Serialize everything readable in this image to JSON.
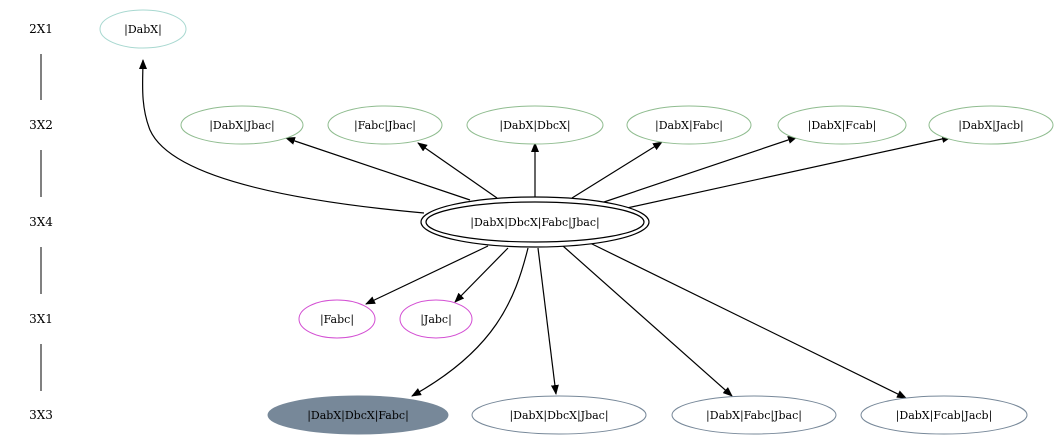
{
  "ranks": [
    "2X1",
    "3X2",
    "3X4",
    "3X1",
    "3X3"
  ],
  "nodes": [
    {
      "id": "n_dabx",
      "label": "|DabX|",
      "rank": 0,
      "style": "teal"
    },
    {
      "id": "n_dabx_jbac",
      "label": "|DabX|Jbac|",
      "rank": 1,
      "style": "green"
    },
    {
      "id": "n_fabc_jbac",
      "label": "|Fabc|Jbac|",
      "rank": 1,
      "style": "green"
    },
    {
      "id": "n_dabx_dbcx",
      "label": "|DabX|DbcX|",
      "rank": 1,
      "style": "green"
    },
    {
      "id": "n_dabx_fabc",
      "label": "|DabX|Fabc|",
      "rank": 1,
      "style": "green"
    },
    {
      "id": "n_dabx_fcab",
      "label": "|DabX|Fcab|",
      "rank": 1,
      "style": "green"
    },
    {
      "id": "n_dabx_jacb",
      "label": "|DabX|Jacb|",
      "rank": 1,
      "style": "green"
    },
    {
      "id": "n_center",
      "label": "|DabX|DbcX|Fabc|Jbac|",
      "rank": 2,
      "style": "double"
    },
    {
      "id": "n_fabc",
      "label": "|Fabc|",
      "rank": 3,
      "style": "magenta"
    },
    {
      "id": "n_jabc",
      "label": "|Jabc|",
      "rank": 3,
      "style": "magenta"
    },
    {
      "id": "n_dabx_dbcx_fabc",
      "label": "|DabX|DbcX|Fabc|",
      "rank": 4,
      "style": "filled"
    },
    {
      "id": "n_dabx_dbcx_jbac",
      "label": "|DabX|DbcX|Jbac|",
      "rank": 4,
      "style": "slate"
    },
    {
      "id": "n_dabx_fabc_jbac",
      "label": "|DabX|Fabc|Jbac|",
      "rank": 4,
      "style": "slate"
    },
    {
      "id": "n_dabx_fcab_jacb",
      "label": "|DabX|Fcab|Jacb|",
      "rank": 4,
      "style": "slate"
    }
  ],
  "edges": [
    {
      "from": "n_center",
      "to": "n_dabx"
    },
    {
      "from": "n_center",
      "to": "n_dabx_jbac"
    },
    {
      "from": "n_center",
      "to": "n_fabc_jbac"
    },
    {
      "from": "n_center",
      "to": "n_dabx_dbcx"
    },
    {
      "from": "n_center",
      "to": "n_dabx_fabc"
    },
    {
      "from": "n_center",
      "to": "n_dabx_fcab"
    },
    {
      "from": "n_center",
      "to": "n_dabx_jacb"
    },
    {
      "from": "n_center",
      "to": "n_fabc"
    },
    {
      "from": "n_center",
      "to": "n_jabc"
    },
    {
      "from": "n_center",
      "to": "n_dabx_dbcx_fabc"
    },
    {
      "from": "n_center",
      "to": "n_dabx_dbcx_jbac"
    },
    {
      "from": "n_center",
      "to": "n_dabx_fabc_jbac"
    },
    {
      "from": "n_center",
      "to": "n_dabx_fcab_jacb"
    }
  ],
  "colors": {
    "teal": "#a8d8d0",
    "green": "#8fbc8f",
    "magenta": "#d34fd3",
    "slate_stroke": "#778899",
    "slate_fill": "#778899",
    "edge": "#000000",
    "double": "#000000"
  }
}
